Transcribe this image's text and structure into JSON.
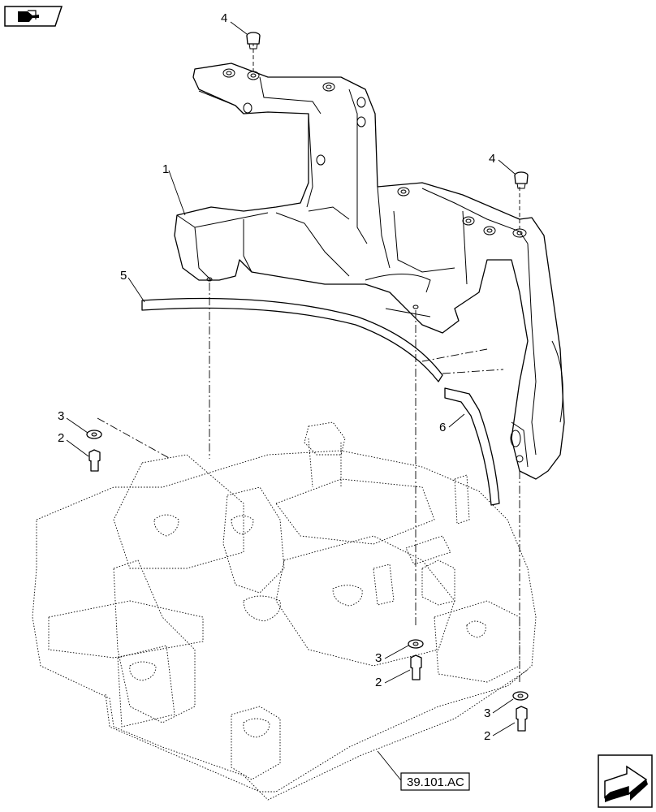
{
  "callouts": [
    {
      "id": "c1",
      "label": "1"
    },
    {
      "id": "c2a",
      "label": "2"
    },
    {
      "id": "c2b",
      "label": "2"
    },
    {
      "id": "c2c",
      "label": "2"
    },
    {
      "id": "c3a",
      "label": "3"
    },
    {
      "id": "c3b",
      "label": "3"
    },
    {
      "id": "c3c",
      "label": "3"
    },
    {
      "id": "c4a",
      "label": "4"
    },
    {
      "id": "c4b",
      "label": "4"
    },
    {
      "id": "c5",
      "label": "5"
    },
    {
      "id": "c6",
      "label": "6"
    }
  ],
  "reference": {
    "label": "39.101.AC"
  },
  "nav": {
    "top_icon": "back-arrow-icon",
    "bottom_icon": "next-arrow-icon"
  }
}
